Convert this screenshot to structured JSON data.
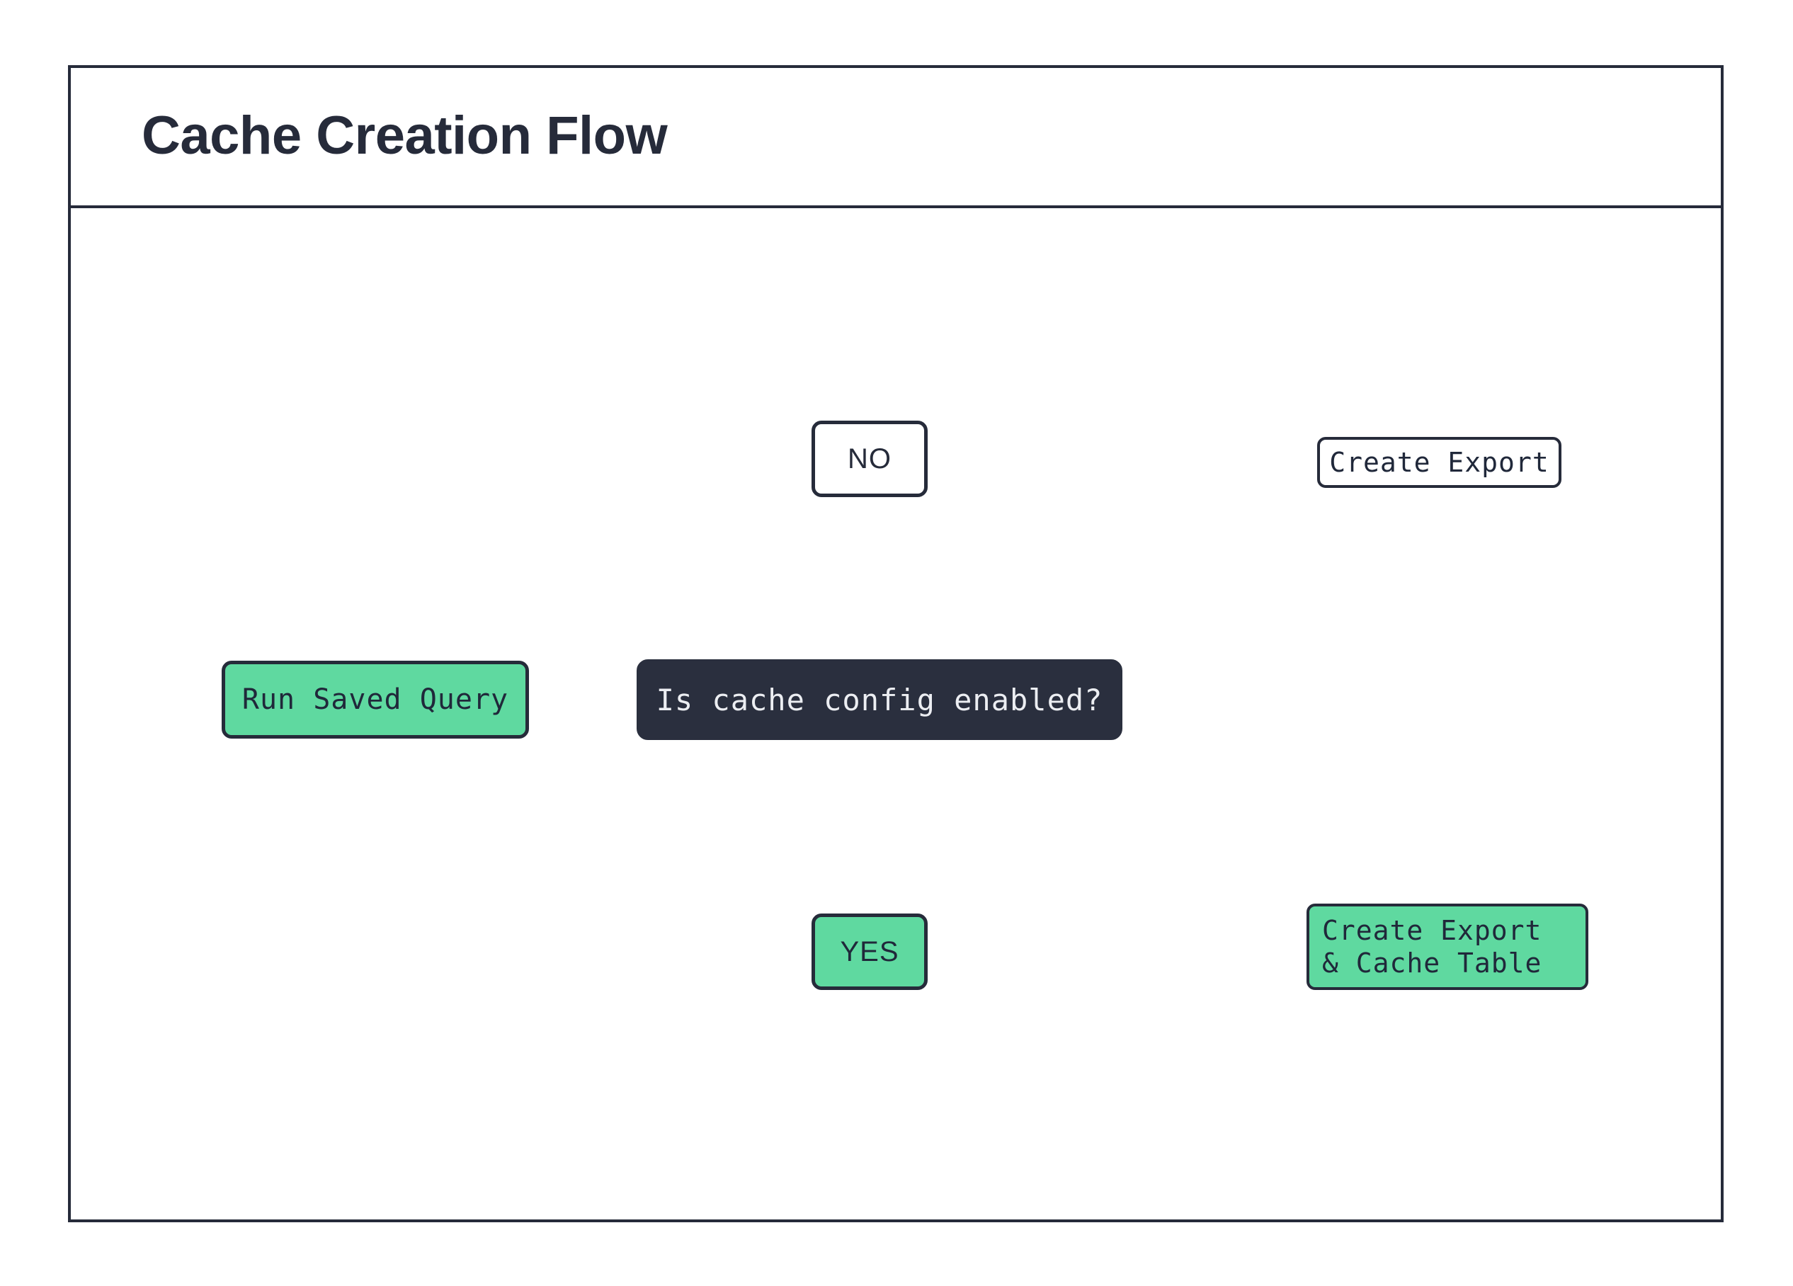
{
  "diagram": {
    "title": "Cache Creation Flow",
    "colors": {
      "accent_green": "#5fd9a0",
      "dark_navy": "#262b3a",
      "decision_fill": "#2a2f3e",
      "background": "#ffffff",
      "stroke": "#262b3a"
    },
    "nodes": {
      "start": {
        "label": "Run Saved Query",
        "shape": "rounded-rect",
        "fill": "green"
      },
      "decision": {
        "label": "Is cache config enabled?",
        "shape": "rounded-rect",
        "fill": "dark"
      },
      "branch_no": {
        "label": "NO",
        "shape": "rounded-rect",
        "fill": "white"
      },
      "branch_yes": {
        "label": "YES",
        "shape": "rounded-rect",
        "fill": "green"
      },
      "database_no": {
        "shape": "cylinder",
        "label": "Create Export",
        "label_fill": "white"
      },
      "database_yes": {
        "shape": "cylinder",
        "label_line1": "Create Export",
        "label_line2": "& Cache Table",
        "label_fill": "green"
      }
    },
    "edges": [
      {
        "from": "start",
        "to": "decision",
        "label": ""
      },
      {
        "from": "decision",
        "to": "branch_no",
        "label": "NO"
      },
      {
        "from": "branch_no",
        "to": "database_no",
        "label": ""
      },
      {
        "from": "decision",
        "to": "branch_yes",
        "label": "YES"
      },
      {
        "from": "branch_yes",
        "to": "database_yes",
        "label": ""
      }
    ]
  }
}
